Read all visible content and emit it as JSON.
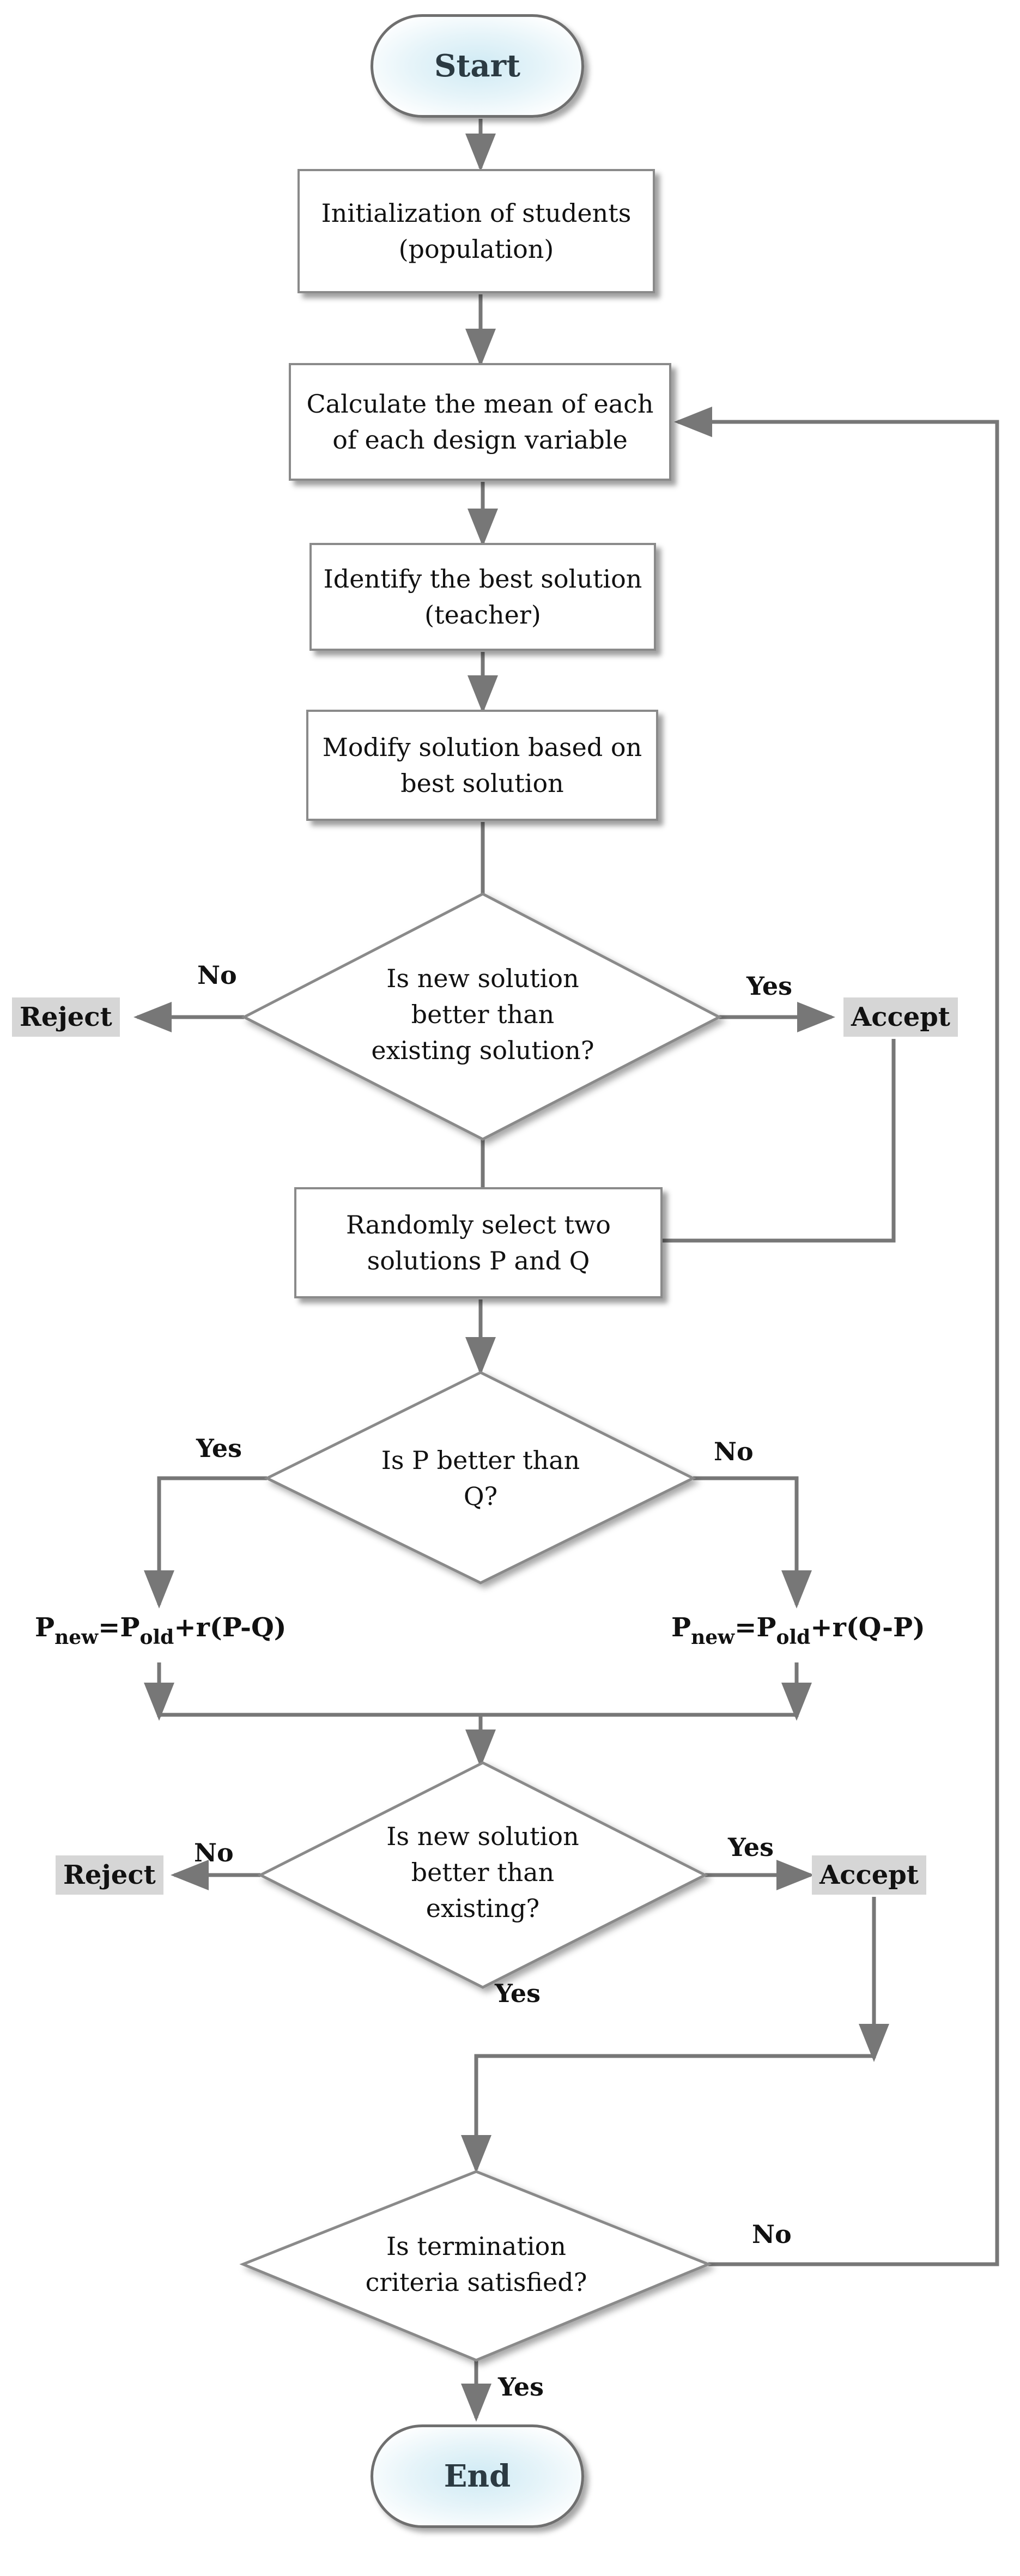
{
  "start": "Start",
  "end": "End",
  "steps": {
    "init": [
      "Initialization of students",
      "(population)"
    ],
    "mean": [
      "Calculate the mean of each",
      "of each design variable"
    ],
    "best": [
      "Identify the best solution",
      "(teacher)"
    ],
    "modify": [
      "Modify solution based on",
      "best solution"
    ],
    "select": [
      "Randomly select two",
      "solutions P and Q"
    ]
  },
  "decisions": {
    "d1": [
      "Is new solution",
      "better than",
      "existing solution?"
    ],
    "d2": [
      "Is P better than",
      "Q?"
    ],
    "d3": [
      "Is new solution",
      "better than",
      "existing?"
    ],
    "d4": [
      "Is termination",
      "criteria satisfied?"
    ]
  },
  "labels": {
    "yes": "Yes",
    "no": "No",
    "reject": "Reject",
    "accept": "Accept"
  },
  "formulas": {
    "left": {
      "p": "P",
      "new": "new",
      "eq": "=P",
      "old": "old",
      "rest": "+r(P-Q)"
    },
    "right": {
      "p": "P",
      "new": "new",
      "eq": "=P",
      "old": "old",
      "rest": "+r(Q-P)"
    }
  }
}
